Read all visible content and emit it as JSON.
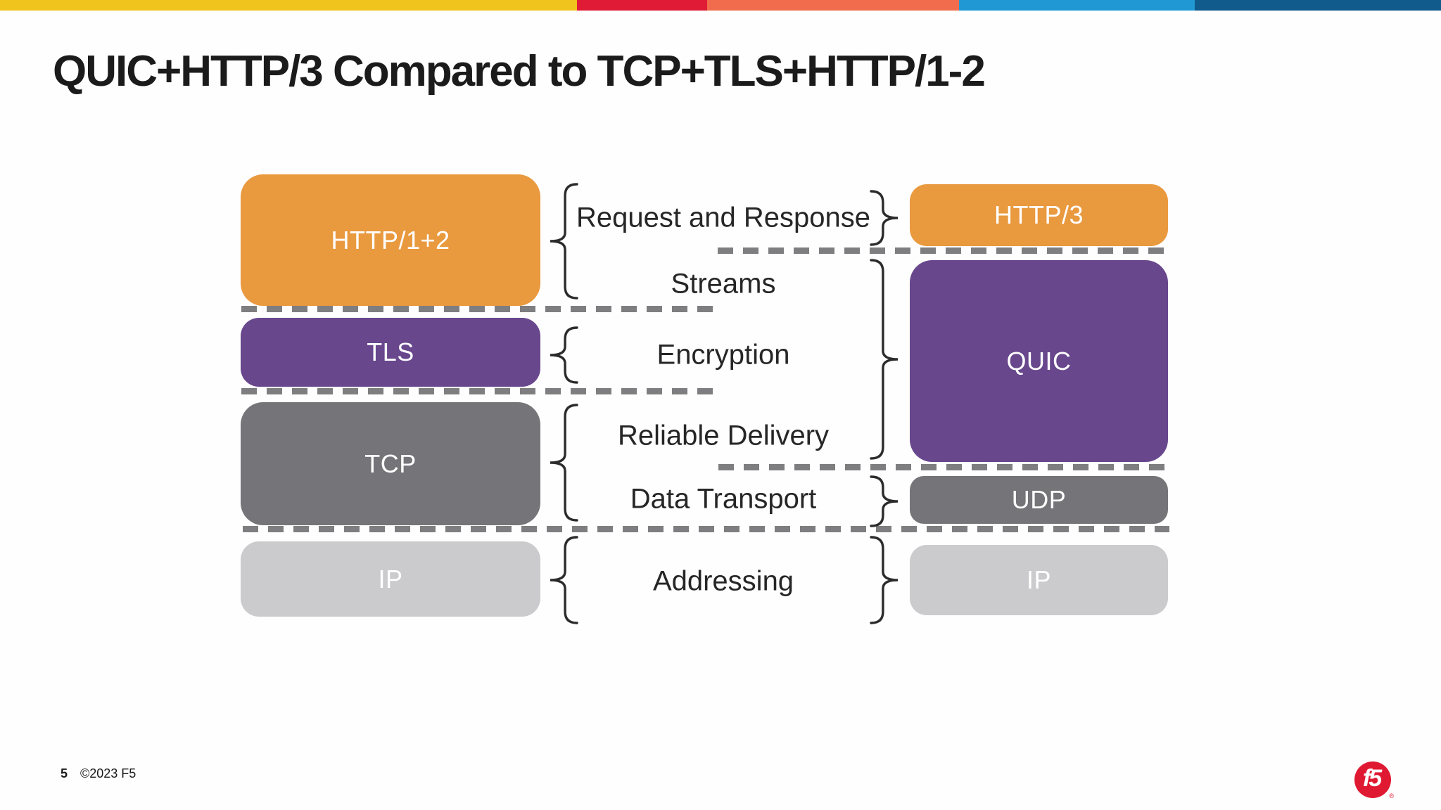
{
  "title": "QUIC+HTTP/3 Compared to TCP+TLS+HTTP/1-2",
  "top_bar": {
    "colors": [
      "#F0C41C",
      "#E01B35",
      "#F16C4D",
      "#2098D4",
      "#115A8C"
    ]
  },
  "diagram": {
    "left_stack": {
      "boxes": [
        {
          "label": "HTTP/1+2",
          "color_key": "http_orange"
        },
        {
          "label": "TLS",
          "color_key": "tls_purple"
        },
        {
          "label": "TCP",
          "color_key": "transport_gray"
        },
        {
          "label": "IP",
          "color_key": "ip_light_gray"
        }
      ]
    },
    "right_stack": {
      "boxes": [
        {
          "label": "HTTP/3",
          "color_key": "http_orange"
        },
        {
          "label": "QUIC",
          "color_key": "tls_purple"
        },
        {
          "label": "UDP",
          "color_key": "transport_gray"
        },
        {
          "label": "IP",
          "color_key": "ip_light_gray"
        }
      ]
    },
    "function_labels": [
      "Request and Response",
      "Streams",
      "Encryption",
      "Reliable Delivery",
      "Data Transport",
      "Addressing"
    ]
  },
  "colors": {
    "http_orange": "#E9993E",
    "tls_purple": "#68478D",
    "transport_gray": "#757478",
    "ip_light_gray": "#CBCBCD",
    "dash_gray": "#7E7E81",
    "title_text": "#1B1B1B",
    "label_text": "#262626",
    "f5_red": "#E01933"
  },
  "footer": {
    "page_number": "5",
    "copyright": "©2023 F5"
  },
  "logo": {
    "text": "f5",
    "registered_mark": "®"
  }
}
